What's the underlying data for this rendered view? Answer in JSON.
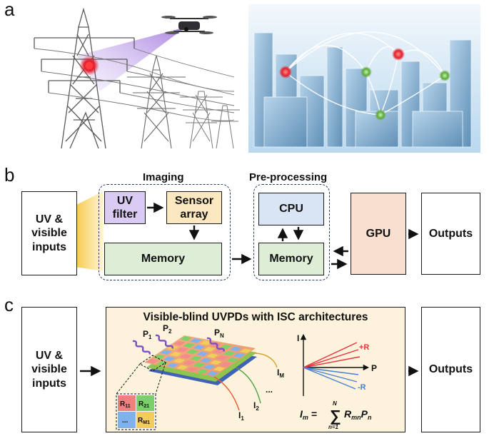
{
  "panels": {
    "a": "a",
    "b": "b",
    "c": "c"
  },
  "panel_b": {
    "input_label": "UV &\nvisible\ninputs",
    "imaging_title": "Imaging",
    "preprocessing_title": "Pre-processing",
    "uv_filter": "UV\nfilter",
    "sensor_array": "Sensor\narray",
    "memory_imaging": "Memory",
    "cpu": "CPU",
    "memory_pre": "Memory",
    "gpu": "GPU",
    "outputs": "Outputs",
    "colors": {
      "uv_filter": "#d9cbf2",
      "sensor_array": "#fbe7c0",
      "memory": "#deedd6",
      "cpu": "#d9e5f5",
      "gpu": "#f8dfd0",
      "cone": "#f6c94a"
    }
  },
  "panel_c": {
    "input_label": "UV &\nvisible\ninputs",
    "title": "Visible-blind UVPDs with ISC architectures",
    "outputs": "Outputs",
    "photons": [
      "P",
      "P",
      "P"
    ],
    "photon_subs": [
      "1",
      "2",
      "N"
    ],
    "currents": [
      "I",
      "I",
      "I"
    ],
    "current_subs": [
      "1",
      "2",
      "M"
    ],
    "ellipsis": "...",
    "inset_cells": [
      "R",
      "R",
      "...",
      "R"
    ],
    "inset_subs": [
      "11",
      "21",
      "",
      "M1"
    ],
    "plot_axis_y": "I",
    "plot_axis_x": "P",
    "plot_pos": "+R",
    "plot_neg": "-R",
    "equation_lhs": "I",
    "equation_lhs_sub": "m",
    "equation_sum_top": "N",
    "equation_sum_bottom": "n=1",
    "equation_rhs": "R",
    "equation_rhs_sub": "mn",
    "equation_p": "P",
    "equation_p_sub": "n",
    "colors": {
      "background": "#fdf3dc",
      "positive": "#e8323c",
      "negative": "#4a7fd1"
    }
  }
}
